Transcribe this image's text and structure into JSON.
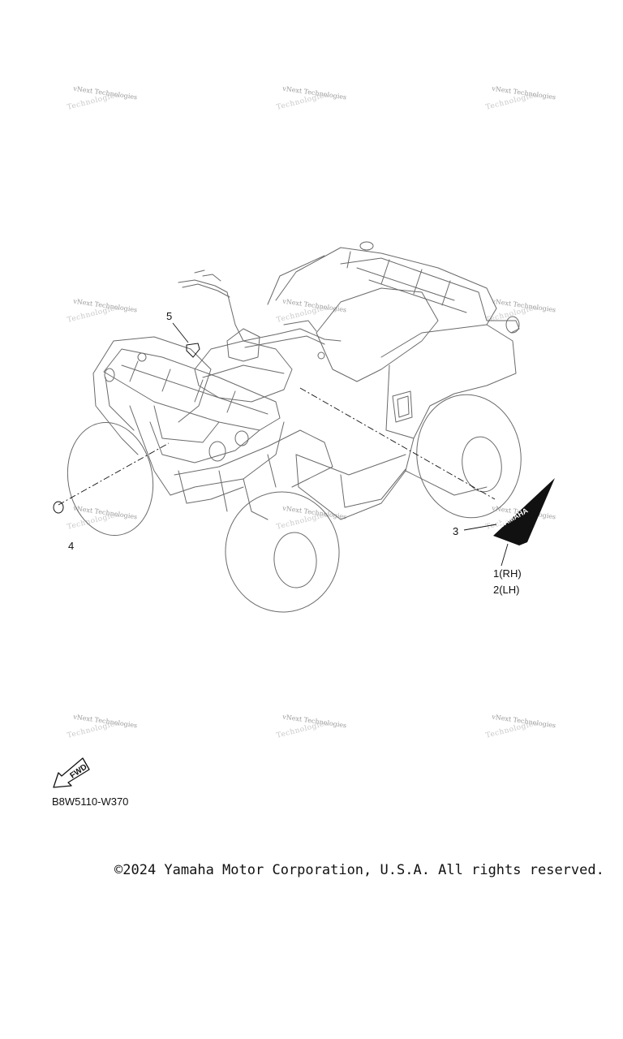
{
  "watermark": {
    "line1": "vNext Technologies",
    "line2": "Technologies"
  },
  "callouts": {
    "c1": "1(RH)",
    "c2": "2(LH)",
    "c3": "3",
    "c4": "4",
    "c5": "5"
  },
  "decal_text": "YAMAHA",
  "fwd_label": "FWD",
  "part_code": "B8W5110-W370",
  "copyright": "©2024 Yamaha Motor Corporation, U.S.A. All rights reserved.",
  "colors": {
    "line": "#6a6a6a",
    "ink": "#111111",
    "watermark": "#9a9a9a"
  }
}
